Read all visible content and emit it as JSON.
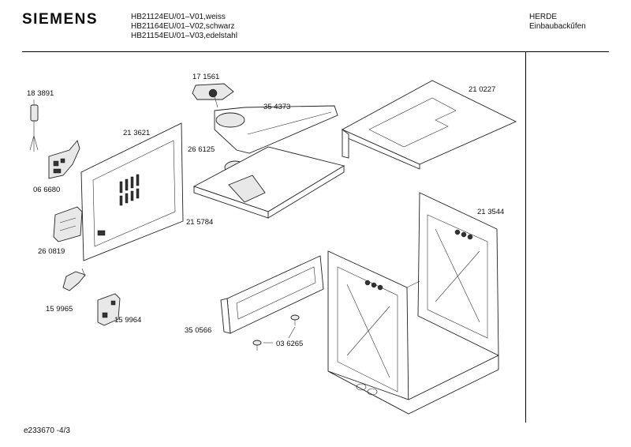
{
  "header": {
    "brand": "SIEMENS",
    "models": [
      "HB21124EU/01–V01,weiss",
      "HB21164EU/01–V02,schwarz",
      "HB21154EU/01–V03,edelstahl"
    ],
    "category_line1": "HERDE",
    "category_line2": "Einbaubackűfen"
  },
  "parts": {
    "p183891": "18 3891",
    "p066680": "06 6680",
    "p260819": "26 0819",
    "p159965": "15 9965",
    "p159964": "15 9964",
    "p213621": "21 3621",
    "p171561": "17 1561",
    "p354373": "35 4373",
    "p266125": "26 6125",
    "p215784": "21 5784",
    "p210227": "21 0227",
    "p213544": "21 3544",
    "p350566": "35 0566",
    "p036265": "03 6265"
  },
  "footer": {
    "code": "e233670  -4/3"
  }
}
